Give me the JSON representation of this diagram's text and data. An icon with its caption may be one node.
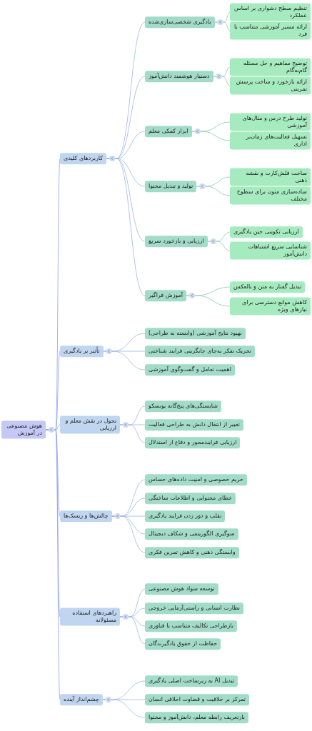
{
  "diagram": {
    "nodes": [
      {
        "text": [
          "هوش مصنوعی در آموزش"
        ]
      },
      {
        "text": [
          "کاربردهای کلیدی"
        ]
      },
      {
        "text": [
          "یادگیری شخصی‌سازی‌شده"
        ]
      },
      {
        "text": [
          "تنظیم سطح دشواری بر اساس عملکرد"
        ]
      },
      {
        "text": [
          "ارائه مسیر آموزشی متناسب با فرد"
        ]
      },
      {
        "text": [
          "دستیار هوشمند دانش‌آموز"
        ]
      },
      {
        "text": [
          "توضیح مفاهیم و حل مسئله گام‌به‌گام"
        ]
      },
      {
        "text": [
          "ارائه بازخورد و ساخت پرسش تمرینی"
        ]
      },
      {
        "text": [
          "ابزار کمکی معلم"
        ]
      },
      {
        "text": [
          "تولید طرح درس و مثال‌های آموزشی"
        ]
      },
      {
        "text": [
          "تسهیل فعالیت‌های زمان‌بر اداری"
        ]
      },
      {
        "text": [
          "تولید و تبدیل محتوا"
        ]
      },
      {
        "text": [
          "ساخت فلش‌کارت و نقشه ذهنی"
        ]
      },
      {
        "text": [
          "ساده‌سازی متون برای سطوح مختلف"
        ]
      },
      {
        "text": [
          "ارزیابی و بازخورد سریع"
        ]
      },
      {
        "text": [
          "ارزیابی تکوینی حین یادگیری"
        ]
      },
      {
        "text": [
          "شناسایی سریع اشتباهات دانش‌آموز"
        ]
      },
      {
        "text": [
          "آموزش فراگیر"
        ]
      },
      {
        "text": [
          "تبدیل گفتار به متن و بالعکس"
        ]
      },
      {
        "text": [
          "کاهش موانع دسترسی برای نیازهای ویژه"
        ]
      },
      {
        "text": [
          "تأثیر بر یادگیری"
        ]
      },
      {
        "text": [
          "بهبود نتایج آموزشی (وابسته به طراحی)"
        ]
      },
      {
        "text": [
          "تحریک تفکر به‌جای جایگزینی فرایند شناختی"
        ]
      },
      {
        "text": [
          "اهمیت تعامل و گفت‌وگوی آموزشی"
        ]
      },
      {
        "text": [
          "تحول در نقش معلم و ارزیابی"
        ]
      },
      {
        "text": [
          "شایستگی‌های پنج‌گانه یونسکو"
        ]
      },
      {
        "text": [
          "تغییر از انتقال دانش به طراحی فعالیت"
        ]
      },
      {
        "text": [
          "ارزیابی فرایندمحور و دفاع از استدلال"
        ]
      },
      {
        "text": [
          "چالش‌ها و ریسک‌ها"
        ]
      },
      {
        "text": [
          "حریم خصوصی و امنیت داده‌های حساس"
        ]
      },
      {
        "text": [
          "خطای محتوایی و اطلاعات ساختگی"
        ]
      },
      {
        "text": [
          "تقلب و دور زدن فرایند یادگیری"
        ]
      },
      {
        "text": [
          "سوگیری الگوریتمی و شکاف دیجیتال"
        ]
      },
      {
        "text": [
          "وابستگی ذهنی و کاهش تمرین فکری"
        ]
      },
      {
        "text": [
          "راهبردهای استفاده مسئولانه"
        ]
      },
      {
        "text": [
          "توسعه سواد هوش مصنوعی"
        ]
      },
      {
        "text": [
          "نظارت انسانی و راستی‌آزمایی خروجی"
        ]
      },
      {
        "text": [
          "بازطراحی تکالیف متناسب با فناوری"
        ]
      },
      {
        "text": [
          "حفاظت از حقوق یادگیرندگان"
        ]
      },
      {
        "text": [
          "چشم‌انداز آینده"
        ]
      },
      {
        "text": [
          "تبدیل AI به زیرساخت اصلی یادگیری"
        ]
      },
      {
        "text": [
          "تمرکز بر خلاقیت و قضاوت اخلاقی انسان"
        ]
      },
      {
        "text": [
          "بازتعریف رابطه معلم، دانش‌آموز و محتوا"
        ]
      }
    ],
    "edges": [
      {
        "from": 0,
        "to": 1,
        "arrow": "none",
        "color": "#8f9cf2"
      },
      {
        "from": 0,
        "to": 20,
        "arrow": "none",
        "color": "#8f9cf2"
      },
      {
        "from": 0,
        "to": 24,
        "arrow": "none",
        "color": "#8f9cf2"
      },
      {
        "from": 0,
        "to": 28,
        "arrow": "none",
        "color": "#8f9cf2"
      },
      {
        "from": 0,
        "to": 34,
        "arrow": "none",
        "color": "#8f9cf2"
      },
      {
        "from": 0,
        "to": 39,
        "arrow": "none",
        "color": "#8f9cf2"
      },
      {
        "from": 1,
        "to": 2,
        "arrow": "none"
      },
      {
        "from": 1,
        "to": 5,
        "arrow": "none"
      },
      {
        "from": 1,
        "to": 8,
        "arrow": "none"
      },
      {
        "from": 1,
        "to": 11,
        "arrow": "none"
      },
      {
        "from": 1,
        "to": 14,
        "arrow": "none"
      },
      {
        "from": 1,
        "to": 17,
        "arrow": "none"
      },
      {
        "from": 2,
        "to": 3,
        "arrow": "none",
        "color": "#8fc6b2"
      },
      {
        "from": 2,
        "to": 4,
        "arrow": "none",
        "color": "#8fc6b2"
      },
      {
        "from": 5,
        "to": 6,
        "arrow": "none",
        "color": "#8fc6b2"
      },
      {
        "from": 5,
        "to": 7,
        "arrow": "none",
        "color": "#8fc6b2"
      },
      {
        "from": 8,
        "to": 9,
        "arrow": "none",
        "color": "#8fc6b2"
      },
      {
        "from": 8,
        "to": 10,
        "arrow": "none",
        "color": "#8fc6b2"
      },
      {
        "from": 11,
        "to": 12,
        "arrow": "none",
        "color": "#8fc6b2"
      },
      {
        "from": 11,
        "to": 13,
        "arrow": "none",
        "color": "#8fc6b2"
      },
      {
        "from": 14,
        "to": 15,
        "arrow": "none",
        "color": "#8fc6b2"
      },
      {
        "from": 14,
        "to": 16,
        "arrow": "none",
        "color": "#8fc6b2"
      },
      {
        "from": 17,
        "to": 18,
        "arrow": "none",
        "color": "#8fc6b2"
      },
      {
        "from": 17,
        "to": 19,
        "arrow": "none",
        "color": "#8fc6b2"
      },
      {
        "from": 20,
        "to": 21,
        "arrow": "none"
      },
      {
        "from": 20,
        "to": 22,
        "arrow": "none"
      },
      {
        "from": 20,
        "to": 23,
        "arrow": "none"
      },
      {
        "from": 24,
        "to": 25,
        "arrow": "none"
      },
      {
        "from": 24,
        "to": 26,
        "arrow": "none"
      },
      {
        "from": 24,
        "to": 27,
        "arrow": "none"
      },
      {
        "from": 28,
        "to": 29,
        "arrow": "none"
      },
      {
        "from": 28,
        "to": 30,
        "arrow": "none"
      },
      {
        "from": 28,
        "to": 31,
        "arrow": "none"
      },
      {
        "from": 28,
        "to": 32,
        "arrow": "none"
      },
      {
        "from": 28,
        "to": 33,
        "arrow": "none"
      },
      {
        "from": 34,
        "to": 35,
        "arrow": "none"
      },
      {
        "from": 34,
        "to": 36,
        "arrow": "none"
      },
      {
        "from": 34,
        "to": 37,
        "arrow": "none"
      },
      {
        "from": 34,
        "to": 38,
        "arrow": "none"
      },
      {
        "from": 39,
        "to": 40,
        "arrow": "none"
      },
      {
        "from": 39,
        "to": 41,
        "arrow": "none"
      },
      {
        "from": 39,
        "to": 42,
        "arrow": "none"
      }
    ]
  }
}
